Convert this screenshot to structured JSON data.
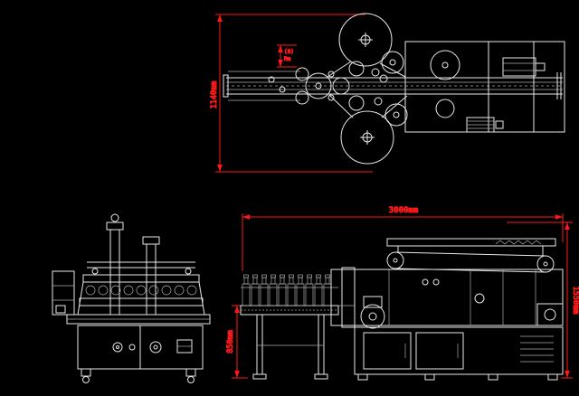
{
  "drawing": {
    "title": "labeling-machine-three-view-cad-drawing",
    "background_color": "#000000",
    "line_color": "#e8e8e8",
    "dimension_color": "#ff1a1a"
  },
  "top_view": {
    "height_dim": "1140mm",
    "note_line1": "(0)",
    "note_line2": "Rm"
  },
  "side_view": {
    "width_dim": "3000mm",
    "right_height_dim": "1550mm",
    "left_height_dim": "850mm"
  }
}
